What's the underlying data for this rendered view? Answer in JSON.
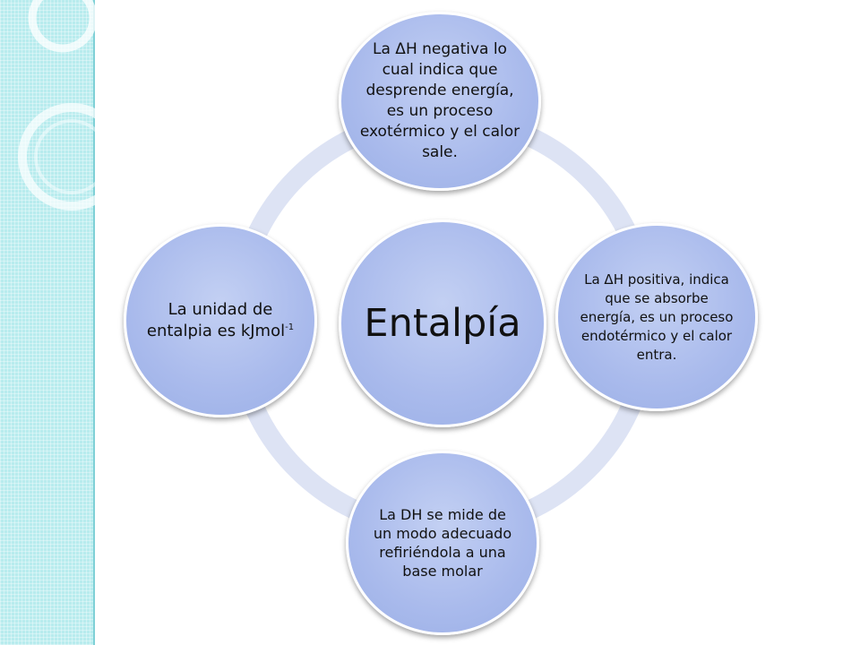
{
  "diagram": {
    "center": "Entalpía",
    "nodes": {
      "top": "La ΔH negativa lo cual indica que desprende energía, es un proceso exotérmico y el calor sale.",
      "right": "La ΔH positiva, indica que se absorbe energía, es un proceso endotérmico y el calor entra.",
      "bottom": "La DH se mide de un modo adecuado refiriéndola a una base molar",
      "left_main": "La unidad de entalpia es kJmol",
      "left_sup": "-1"
    }
  },
  "colors": {
    "side_strip": "#b8ecee",
    "ring": "#dde3f4",
    "node_fill": "#a9baec",
    "node_border": "#ffffff"
  }
}
